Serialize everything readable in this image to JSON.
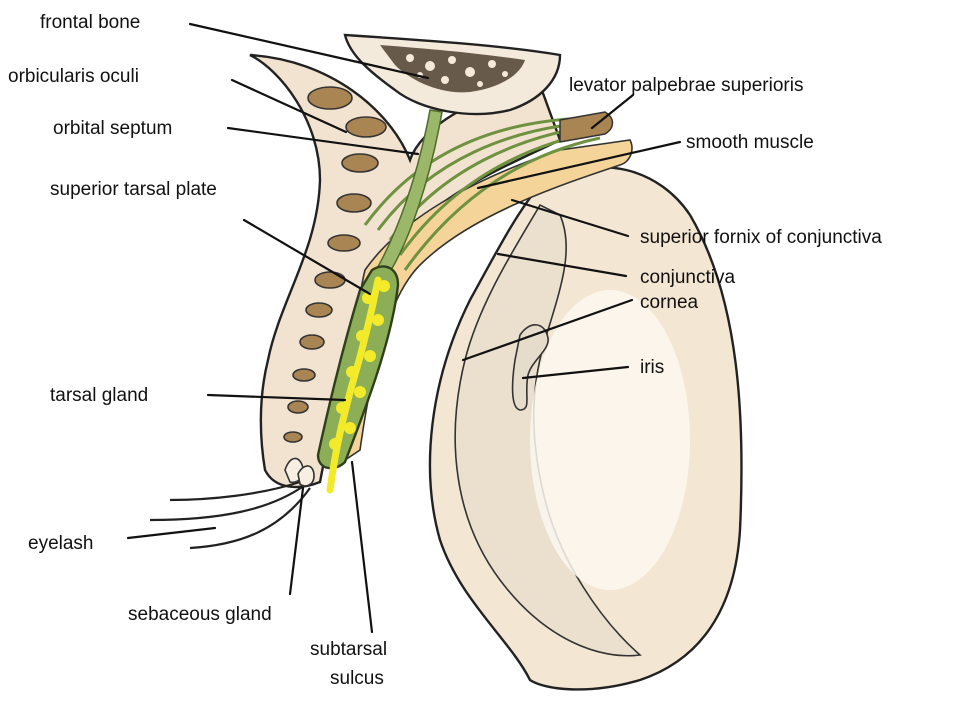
{
  "colors": {
    "skin": "#f1e3d0",
    "bone": "#f4eadc",
    "marrow": "#3a2a1a",
    "muscle_oval": "#a98553",
    "muscle_green": "#9bb86a",
    "tarsal_green": "#8bae57",
    "gland_yellow": "#f3ea2a",
    "conjunctiva_orange": "#f5d49a",
    "sclera": "#f3e7d3",
    "iris_shade": "#e6dccb"
  },
  "labels": {
    "frontal_bone": "frontal bone",
    "orbicularis_oculi": "orbicularis oculi",
    "orbital_septum": "orbital septum",
    "superior_tarsal_plate": "superior tarsal plate",
    "tarsal_gland": "tarsal gland",
    "eyelash": "eyelash",
    "sebaceous_gland": "sebaceous gland",
    "subtarsal_sulcus_line1": "subtarsal",
    "subtarsal_sulcus_line2": "sulcus",
    "levator": "levator palpebrae superioris",
    "smooth_muscle": "smooth muscle",
    "superior_fornix": "superior fornix of conjunctiva",
    "conjunctiva": "conjunctiva",
    "cornea": "cornea",
    "iris": "iris"
  }
}
